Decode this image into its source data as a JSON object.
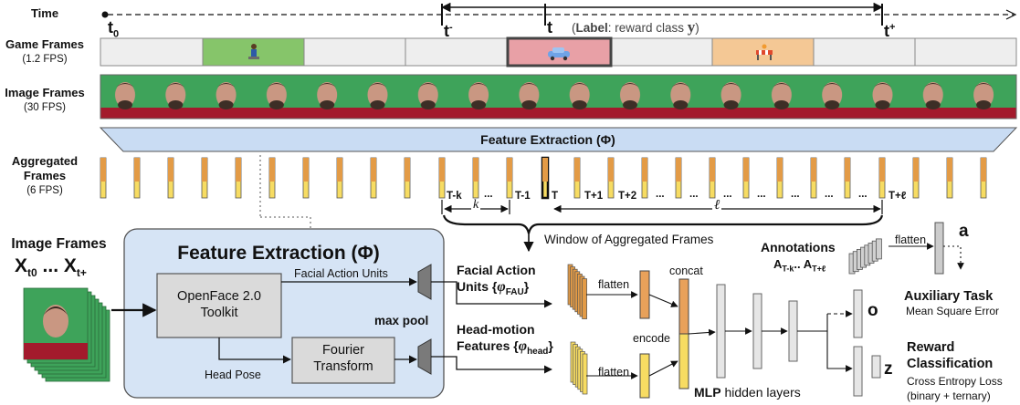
{
  "left_labels": {
    "time": "Time",
    "game_frames": "Game Frames",
    "game_fps": "(1.2 FPS)",
    "image_frames": "Image Frames",
    "image_fps": "(30 FPS)",
    "aggregated_1": "Aggregated",
    "aggregated_2": "Frames",
    "aggregated_fps": "(6 FPS)"
  },
  "timeline": {
    "t0": "t",
    "t0_sub": "0",
    "t_minus": "t",
    "t_minus_sup": "-",
    "t": "t",
    "t_plus": "t",
    "t_plus_sup": "+",
    "label_prefix": "(",
    "label_bold": "Label",
    "label_text": ": reward class ",
    "label_y": "y",
    "label_suffix": ")"
  },
  "feature_extraction_bar": "Feature Extraction (Φ)",
  "aggregated_labels": {
    "t_minus_k": "T-k",
    "t_minus_1": "T-1",
    "t": "T",
    "t_plus_1": "T+1",
    "t_plus_2": "T+2",
    "t_plus_l": "T+ℓ",
    "dots": "...",
    "k": "k",
    "l": "ℓ",
    "window": "Window of Aggregated Frames"
  },
  "input": {
    "title": "Image Frames",
    "range": "X",
    "from": "t0",
    "ellipsis": " ... ",
    "to": "t+"
  },
  "fe_box": {
    "title": "Feature Extraction (Φ)",
    "openface_1": "OpenFace 2.0",
    "openface_2": "Toolkit",
    "fau_edge": "Facial Action Units",
    "head_pose": "Head Pose",
    "fourier_1": "Fourier",
    "fourier_2": "Transform",
    "max_pool": "max pool"
  },
  "features": {
    "fau_1": "Facial Action",
    "fau_2": "Units {",
    "fau_phi": "φ",
    "fau_sub": "FAU",
    "head_1": "Head-motion",
    "head_2": "Features {",
    "head_phi": "φ",
    "head_sub": "head"
  },
  "network": {
    "flatten_top": "flatten",
    "flatten_bottom": "flatten",
    "concat": "concat",
    "encode": "encode",
    "mlp_bold": "MLP",
    "mlp_rest": " hidden layers",
    "annotations": "Annotations",
    "ann_range": "A",
    "ann_from": "T-k",
    "ann_dots": "..",
    "ann_to": "T+ℓ",
    "flatten_ann": "flatten",
    "a_out": "a",
    "o_out": "o",
    "z_out": "z"
  },
  "tasks": {
    "aux_title": "Auxiliary Task",
    "aux_sub": "Mean Square Error",
    "reward_1": "Reward",
    "reward_2": "Classification",
    "reward_sub": "Cross Entropy Loss",
    "reward_sub2": "(binary + ternary)"
  },
  "colors": {
    "green": "#86c56a",
    "pink": "#e8a0a6",
    "orange": "#f4c895",
    "blue_fill": "#d6e4f5",
    "yellow": "#f7dc62",
    "orange_bar": "#e39b46"
  }
}
